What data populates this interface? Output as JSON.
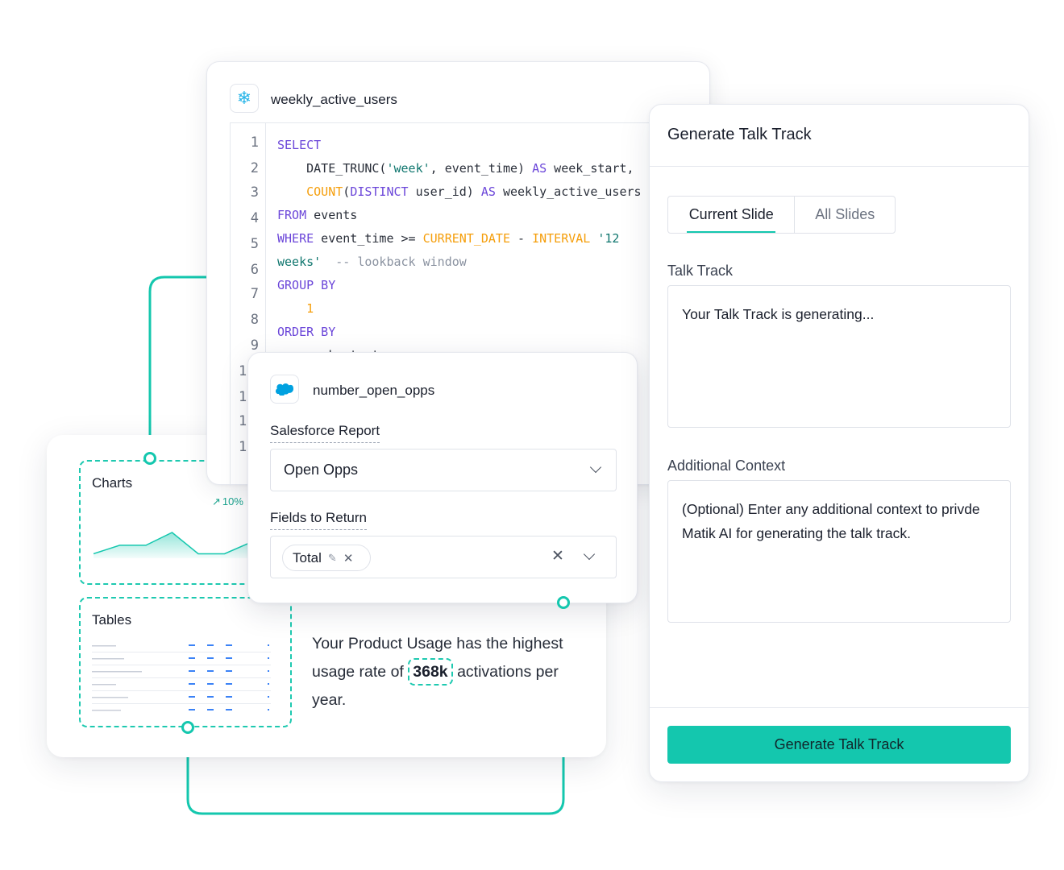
{
  "sql_card": {
    "icon": "snowflake-icon",
    "title": "weekly_active_users",
    "line_numbers": [
      "1",
      "2",
      "3",
      "4",
      "5",
      "6",
      "7",
      "8",
      "9",
      "1",
      "1",
      "1",
      "1"
    ]
  },
  "slide": {
    "charts_title": "Charts",
    "growth": "10%",
    "tables_title": "Tables",
    "usage_before": "Your Product Usage has the highest usage rate of",
    "usage_value": "368k",
    "usage_after": "activations per year."
  },
  "chart_data": {
    "type": "area",
    "values": [
      2,
      8,
      8,
      17,
      2,
      2,
      10
    ],
    "title": "",
    "xlabel": "",
    "ylabel": ""
  },
  "sf_card": {
    "icon": "salesforce-icon",
    "title": "number_open_opps",
    "report_label": "Salesforce Report",
    "report_value": "Open Opps",
    "fields_label": "Fields to Return",
    "field_tag": "Total"
  },
  "talk_panel": {
    "title": "Generate Talk Track",
    "tab_current": "Current Slide",
    "tab_all": "All Slides",
    "talk_track_label": "Talk Track",
    "talk_track_text": "Your Talk Track is generating...",
    "additional_label": "Additional Context",
    "additional_placeholder": "(Optional) Enter any additional context to privde Matik AI for generating the talk track.",
    "button_label": "Generate Talk Track"
  },
  "colors": {
    "accent": "#14c7ae",
    "keyword": "#6b46d9",
    "function": "#f59e0b",
    "string": "#0f766e"
  }
}
